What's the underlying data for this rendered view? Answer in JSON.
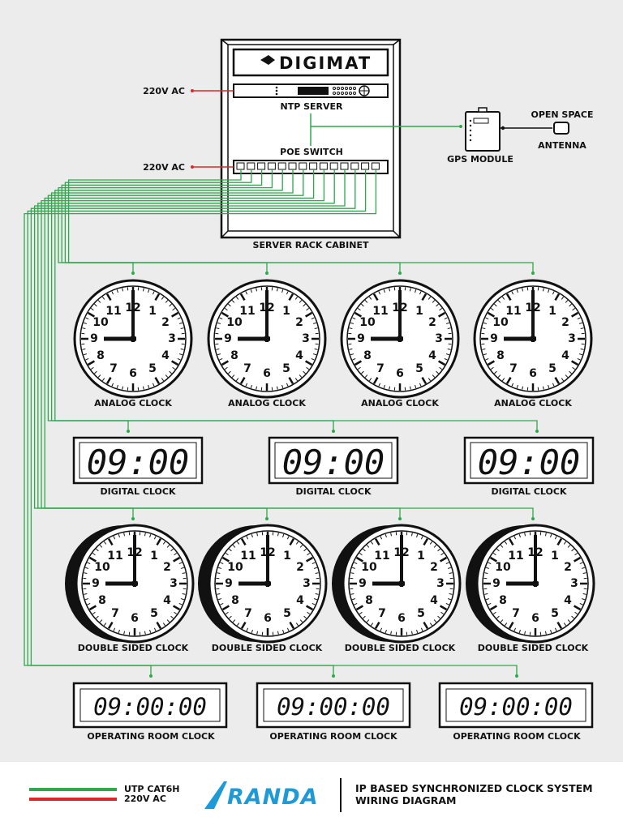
{
  "rack": {
    "brand": "DIGIMAT",
    "ntp_label": "NTP SERVER",
    "poe_label": "POE SWITCH",
    "cabinet_label": "SERVER RACK CABINET",
    "power_label_ntp": "220V AC",
    "power_label_poe": "220V AC"
  },
  "gps": {
    "module_label": "GPS MODULE",
    "antenna_label_1": "OPEN SPACE",
    "antenna_label_2": "ANTENNA"
  },
  "analog_clocks": [
    {
      "label": "ANALOG CLOCK"
    },
    {
      "label": "ANALOG CLOCK"
    },
    {
      "label": "ANALOG CLOCK"
    },
    {
      "label": "ANALOG CLOCK"
    }
  ],
  "digital_clocks": [
    {
      "label": "DIGITAL CLOCK",
      "time": "09:00"
    },
    {
      "label": "DIGITAL CLOCK",
      "time": "09:00"
    },
    {
      "label": "DIGITAL CLOCK",
      "time": "09:00"
    }
  ],
  "double_sided_clocks": [
    {
      "label": "DOUBLE SIDED CLOCK"
    },
    {
      "label": "DOUBLE SIDED CLOCK"
    },
    {
      "label": "DOUBLE SIDED CLOCK"
    },
    {
      "label": "DOUBLE SIDED CLOCK"
    }
  ],
  "operating_room_clocks": [
    {
      "label": "OPERATING ROOM CLOCK",
      "time": "09:00:00"
    },
    {
      "label": "OPERATING ROOM CLOCK",
      "time": "09:00:00"
    },
    {
      "label": "OPERATING ROOM CLOCK",
      "time": "09:00:00"
    }
  ],
  "legend": {
    "utp_label": "UTP CAT6H",
    "power_label": "220V AC"
  },
  "footer": {
    "logo_text": "RANDA",
    "title_line_1": "IP BASED SYNCHRONIZED CLOCK SYSTEM",
    "title_line_2": "WIRING DIAGRAM"
  },
  "colors": {
    "utp": "#2ea84a",
    "power": "#e0262b",
    "logo": "#1e9bd7",
    "background": "#ececec"
  }
}
